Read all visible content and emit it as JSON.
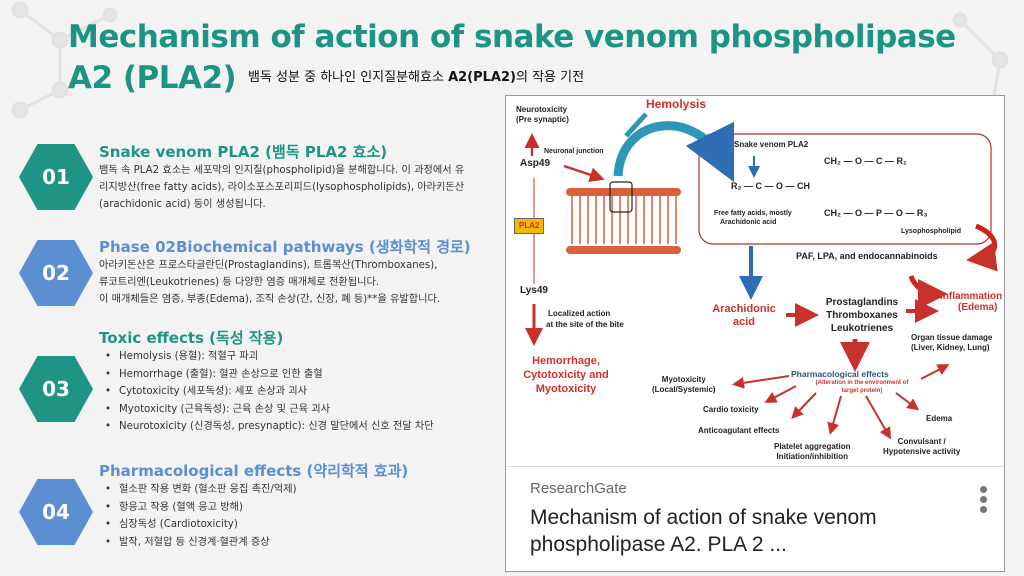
{
  "title_line1": "Mechanism of action of snake venom phospholipase",
  "title_line2": "A2 (PLA2)",
  "subtitle_pre": "뱀독 성분 중 하나인 인지질분해효소 ",
  "subtitle_bold": "A2(PLA2)",
  "subtitle_post": "의 작용 기전",
  "sections": [
    {
      "num": "01",
      "heading": "Snake venom PLA2 (뱀독 PLA2 효소)",
      "body": "뱀독 속 PLA2 효소는 세포막의 인지질(phospholipid)을 분해합니다. 이 과정에서 유리지방산(free fatty acids), 라이소포스포리피드(lysophospholipids), 아라키돈산(arachidonic acid) 등이 생성됩니다."
    },
    {
      "num": "02",
      "heading": "Phase 02Biochemical pathways (생화학적 경로)",
      "body_lines": [
        "아라키돈산은 프로스타글란딘(Prostaglandins), 트롬복산(Thromboxanes),",
        "류코트리엔(Leukotrienes) 등 다양한 염증 매개체로 전환됩니다.",
        "이 매개체들은 염증, 부종(Edema), 조직 손상(간, 신장, 폐 등)**을 유발합니다."
      ]
    },
    {
      "num": "03",
      "heading": "Toxic effects (독성 작용)",
      "items": [
        "Hemolysis (용혈): 적혈구 파괴",
        "Hemorrhage (출혈): 혈관 손상으로 인한 출혈",
        "Cytotoxicity (세포독성): 세포 손상과 괴사",
        "Myotoxicity (근육독성): 근육 손상 및 근육 괴사",
        "Neurotoxicity (신경독성, presynaptic): 신경 말단에서 신호 전달 차단"
      ]
    },
    {
      "num": "04",
      "heading": "Pharmacological effects (약리학적 효과)",
      "items": [
        "혈소판 작용 변화 (혈소판 응집 촉진/억제)",
        "항응고 작용 (혈액 응고 방해)",
        "심장독성 (Cardiotoxicity)",
        "발작, 저혈압 등 신경계·혈관계 증상"
      ]
    }
  ],
  "diagram": {
    "neurotoxicity": "Neurotoxicity",
    "pre_synaptic": "(Pre synaptic)",
    "hemolysis": "Hemolysis",
    "neuronal_junction": "Neuronal junction",
    "asp49": "Asp49",
    "pla2": "PLA2",
    "lys49": "Lys49",
    "snake_venom_pla2": "Snake venom PLA2",
    "free_fatty_acids": "Free fatty acids, mostly",
    "arachidonic_acid_small": "Arachidonic acid",
    "lysophospholipid": "Lysophospholipid",
    "paf": "PAF, LPA, and endocannabinoids",
    "inflammation": "Inflammation",
    "edema_paren": "(Edema)",
    "localized1": "Localized action",
    "localized2": "at the site of the bite",
    "hemorrhage": [
      "Hemorrhage,",
      "Cytotoxicity and",
      "Myotoxicity"
    ],
    "arachidonic": [
      "Arachidonic",
      "acid"
    ],
    "eicosanoids": [
      "Prostaglandins",
      "Thromboxanes",
      "Leukotrienes"
    ],
    "organ": [
      "Organ tissue damage",
      "(Liver, Kidney, Lung)"
    ],
    "pharm": "Pharmacological effects",
    "alteration": [
      "(Alteration in the environment of",
      "target protein)"
    ],
    "myotox": [
      "Myotoxicity",
      "(Local/Systemic)"
    ],
    "cardio": "Cardio toxicity",
    "anticoag": "Anticoagulant effects",
    "platelet": [
      "Platelet aggregation",
      "Initiation/inhibition"
    ],
    "edema": "Edema",
    "convulsant": [
      "Convulsant /",
      "Hypotensive activity"
    ]
  },
  "caption": {
    "source": "ResearchGate",
    "title": "Mechanism of action of snake venom phospholipase A2. PLA 2 ..."
  },
  "colors": {
    "teal": "#1f9484",
    "blue": "#5b8fd1",
    "red": "#d2302c"
  }
}
